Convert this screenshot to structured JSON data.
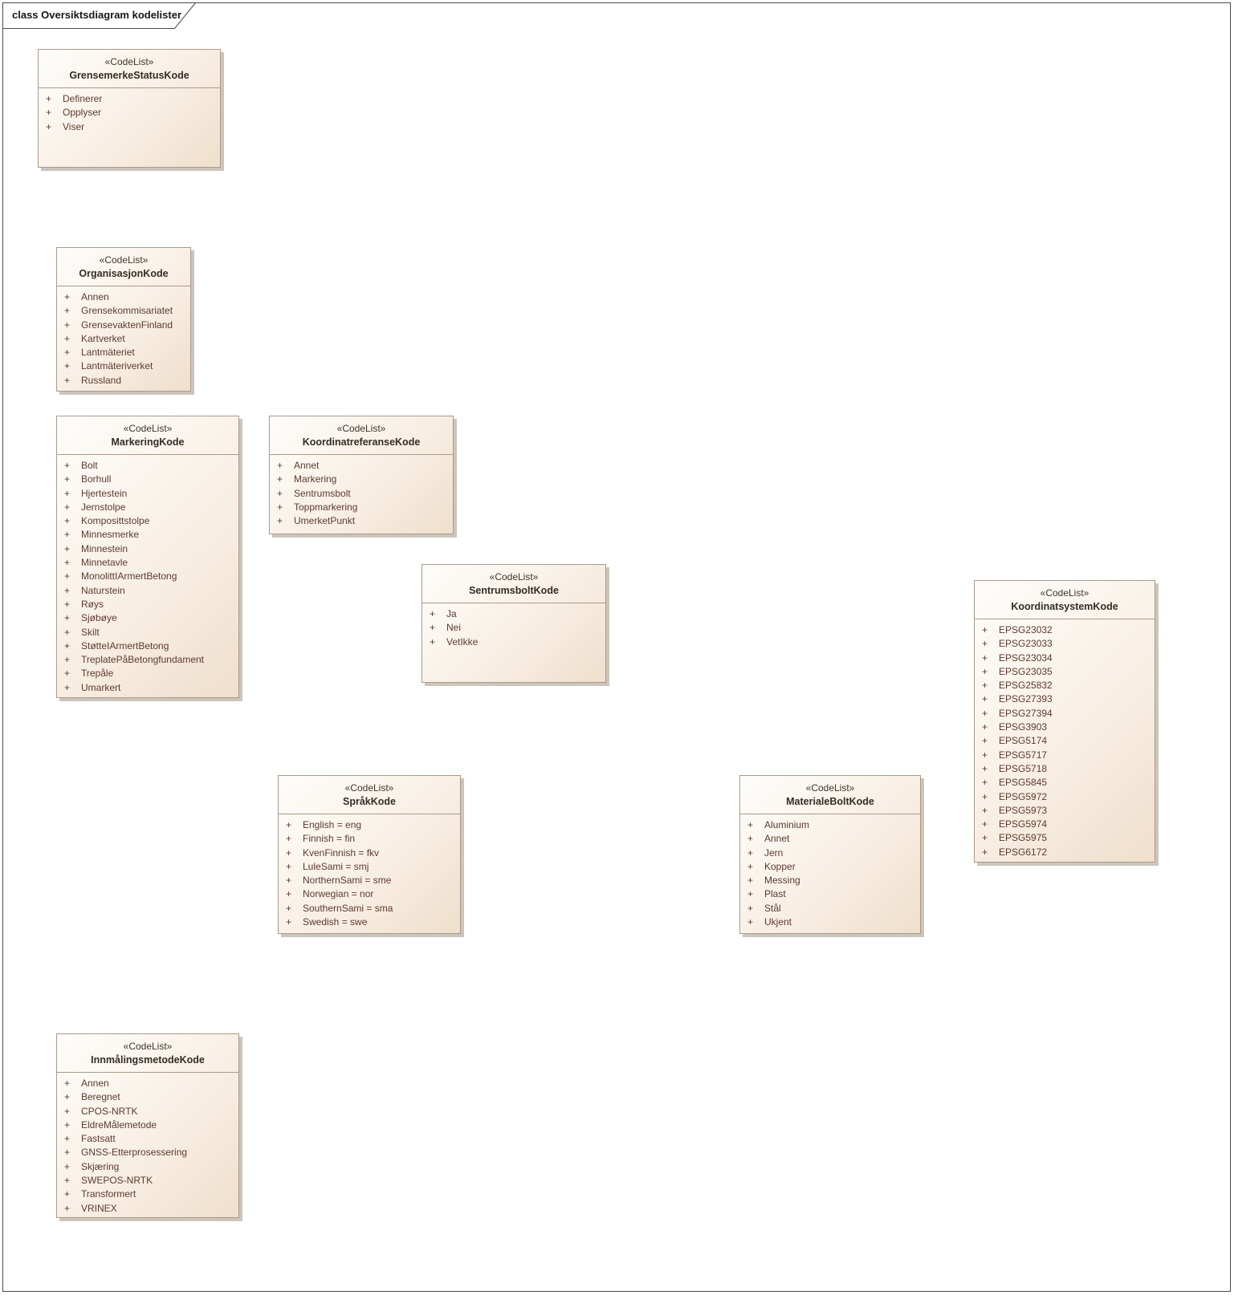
{
  "frame": {
    "label": "class Oversiktsdiagram kodelister"
  },
  "colors": {
    "box_border": "#ab9a89",
    "box_fill_top": "#fefdfb",
    "box_fill_mid": "#f8efe4",
    "box_fill_bottom": "#efdfcc",
    "attribute_text": "#5e392f",
    "class_name_text": "#332c25",
    "stereotype_text": "#3e362d",
    "shadow": "#ccc5bc",
    "frame_border": "#4a4a4a"
  },
  "classes": [
    {
      "stereotype": "«CodeList»",
      "name": "GrensemerkeStatusKode",
      "attributes": [
        "Definerer",
        "Opplyser",
        "Viser"
      ]
    },
    {
      "stereotype": "«CodeList»",
      "name": "OrganisasjonKode",
      "attributes": [
        "Annen",
        "Grensekommisariatet",
        "GrensevaktenFinland",
        "Kartverket",
        "Lantmäteriet",
        "Lantmäteriverket",
        "Russland"
      ]
    },
    {
      "stereotype": "«CodeList»",
      "name": "MarkeringKode",
      "attributes": [
        "Bolt",
        "Borhull",
        "Hjertestein",
        "Jernstolpe",
        "Komposittstolpe",
        "Minnesmerke",
        "Minnestein",
        "Minnetavle",
        "MonolittIArmertBetong",
        "Naturstein",
        "Røys",
        "Sjøbøye",
        "Skilt",
        "StøtteIArmertBetong",
        "TreplatePåBetongfundament",
        "Trepåle",
        "Umarkert"
      ]
    },
    {
      "stereotype": "«CodeList»",
      "name": "KoordinatreferanseKode",
      "attributes": [
        "Annet",
        "Markering",
        "Sentrumsbolt",
        "Toppmarkering",
        "UmerketPunkt"
      ]
    },
    {
      "stereotype": "«CodeList»",
      "name": "SentrumsboltKode",
      "attributes": [
        "Ja",
        "Nei",
        "VetIkke"
      ]
    },
    {
      "stereotype": "«CodeList»",
      "name": "KoordinatsystemKode",
      "attributes": [
        "EPSG23032",
        "EPSG23033",
        "EPSG23034",
        "EPSG23035",
        "EPSG25832",
        "EPSG27393",
        "EPSG27394",
        "EPSG3903",
        "EPSG5174",
        "EPSG5717",
        "EPSG5718",
        "EPSG5845",
        "EPSG5972",
        "EPSG5973",
        "EPSG5974",
        "EPSG5975",
        "EPSG6172"
      ]
    },
    {
      "stereotype": "«CodeList»",
      "name": "SpråkKode",
      "attributes": [
        "English = eng",
        "Finnish = fin",
        "KvenFinnish = fkv",
        "LuleSami = smj",
        "NorthernSami = sme",
        "Norwegian = nor",
        "SouthernSami = sma",
        "Swedish = swe"
      ]
    },
    {
      "stereotype": "«CodeList»",
      "name": "MaterialeBoltKode",
      "attributes": [
        "Aluminium",
        "Annet",
        "Jern",
        "Kopper",
        "Messing",
        "Plast",
        "Stål",
        "Ukjent"
      ]
    },
    {
      "stereotype": "«CodeList»",
      "name": "InnmålingsmetodeKode",
      "attributes": [
        "Annen",
        "Beregnet",
        "CPOS-NRTK",
        "EldreMålemetode",
        "Fastsatt",
        "GNSS-Etterprosessering",
        "Skjæring",
        "SWEPOS-NRTK",
        "Transformert",
        "VRINEX"
      ]
    }
  ]
}
